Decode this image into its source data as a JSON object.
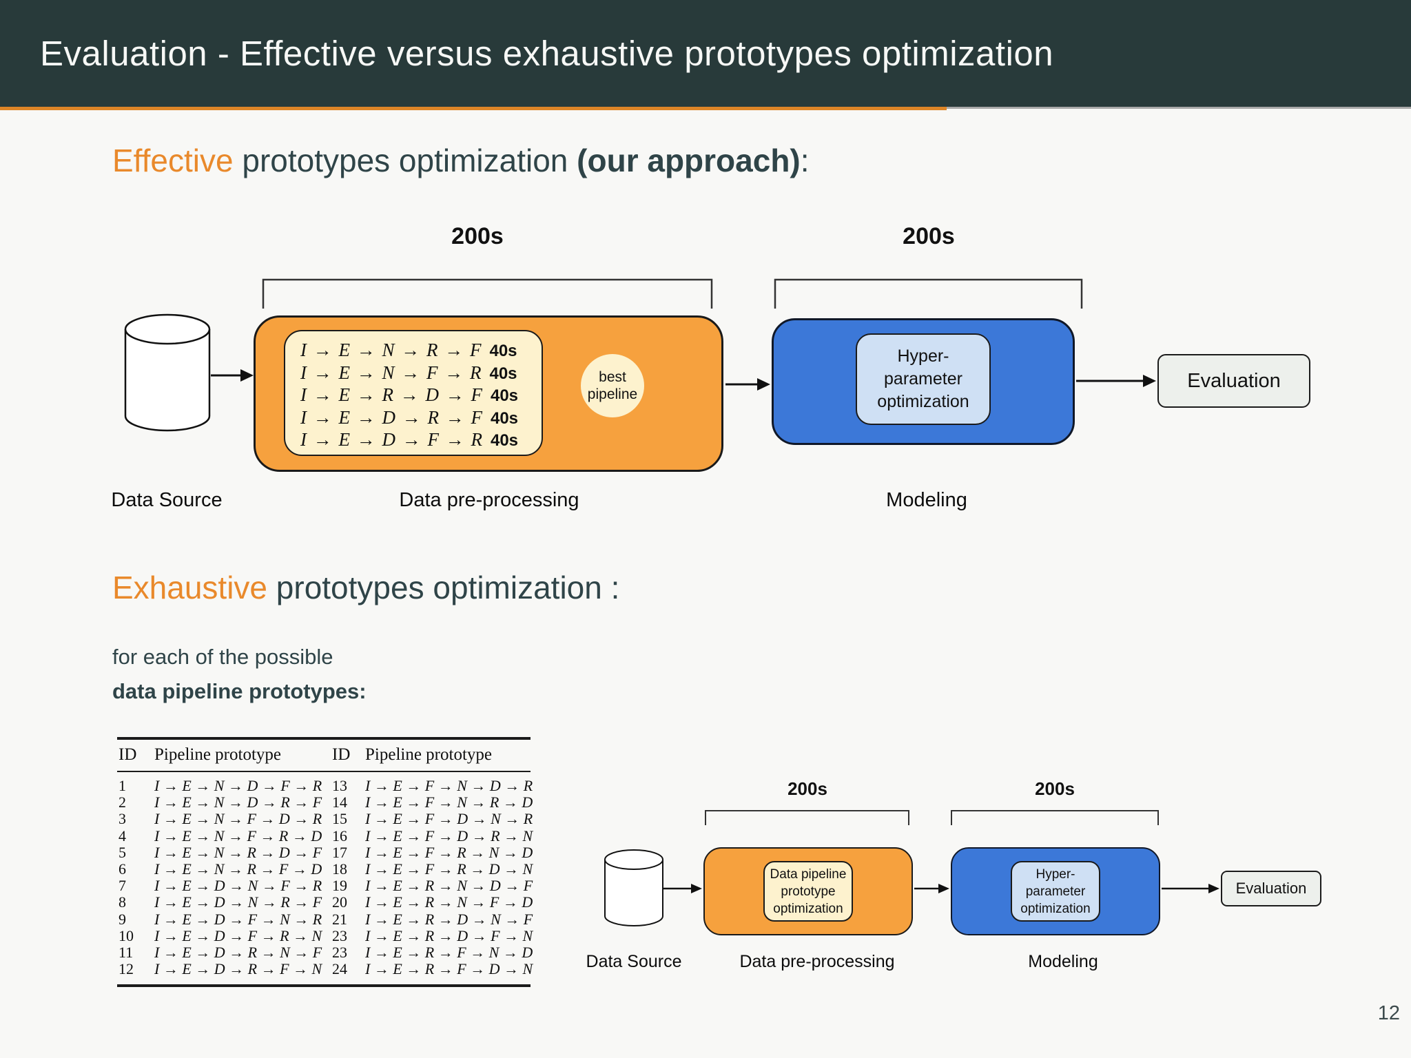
{
  "header": {
    "title": "Evaluation - Effective versus exhaustive prototypes optimization"
  },
  "footer": {
    "page_number": "12"
  },
  "colors": {
    "header_bar": "#283a3a",
    "accent_orange": "#e9892b",
    "progress_orange": "#dd8527",
    "box_orange": "#f6a13e",
    "box_cream": "#fdf2ce",
    "box_blue": "#3c78d8",
    "box_blue_light": "#cfe0f4",
    "box_grey": "#edf0ec"
  },
  "effective": {
    "highlight": "Effective",
    "rest": " prototypes optimization ",
    "bold": "(our approach)",
    "suffix": ":"
  },
  "exhaustive": {
    "highlight": "Exhaustive",
    "rest": " prototypes optimization :",
    "line1": "for each of the possible",
    "line2": "data pipeline prototypes:"
  },
  "diagram_main": {
    "time_left": "200s",
    "time_right": "200s",
    "source_label": "Data Source",
    "stage1_label": "Data pre-processing",
    "stage2_label": "Modeling",
    "pipelines": [
      {
        "seq": "I → E → N → R → F",
        "time": "40s"
      },
      {
        "seq": "I → E → N → F → R",
        "time": "40s"
      },
      {
        "seq": "I → E → R → D → F",
        "time": "40s"
      },
      {
        "seq": "I → E → D → R → F",
        "time": "40s"
      },
      {
        "seq": "I → E → D → F → R",
        "time": "40s"
      }
    ],
    "best": "best\npipeline",
    "hyper": "Hyper-\nparameter\noptimization",
    "evaluation": "Evaluation"
  },
  "table": {
    "headers": [
      "ID",
      "Pipeline prototype",
      "ID",
      "Pipeline prototype"
    ],
    "rows": [
      {
        "id1": "1",
        "p1": "I → E → N → D → F → R",
        "id2": "13",
        "p2": "I → E → F → N → D → R"
      },
      {
        "id1": "2",
        "p1": "I → E → N → D → R → F",
        "id2": "14",
        "p2": "I → E → F → N → R → D"
      },
      {
        "id1": "3",
        "p1": "I → E → N → F → D → R",
        "id2": "15",
        "p2": "I → E → F → D → N → R"
      },
      {
        "id1": "4",
        "p1": "I → E → N → F → R → D",
        "id2": "16",
        "p2": "I → E → F → D → R → N"
      },
      {
        "id1": "5",
        "p1": "I → E → N → R → D → F",
        "id2": "17",
        "p2": "I → E → F → R → N → D"
      },
      {
        "id1": "6",
        "p1": "I → E → N → R → F → D",
        "id2": "18",
        "p2": "I → E → F → R → D → N"
      },
      {
        "id1": "7",
        "p1": "I → E → D → N → F → R",
        "id2": "19",
        "p2": "I → E → R → N → D → F"
      },
      {
        "id1": "8",
        "p1": "I → E → D → N → R → F",
        "id2": "20",
        "p2": "I → E → R → N → F → D"
      },
      {
        "id1": "9",
        "p1": "I → E → D → F → N → R",
        "id2": "21",
        "p2": "I → E → R → D → N → F"
      },
      {
        "id1": "10",
        "p1": "I → E → D → F → R → N",
        "id2": "23",
        "p2": "I → E → R → D → F → N"
      },
      {
        "id1": "11",
        "p1": "I → E → D → R → N → F",
        "id2": "23",
        "p2": "I → E → R → F → N → D"
      },
      {
        "id1": "12",
        "p1": "I → E → D → R → F → N",
        "id2": "24",
        "p2": "I → E → R → F → D → N"
      }
    ]
  },
  "diagram_small": {
    "time_left": "200s",
    "time_right": "200s",
    "source_label": "Data Source",
    "stage1_label": "Data pre-processing",
    "stage2_label": "Modeling",
    "pipeline_box": "Data pipeline\nprototype\noptimization",
    "hyper": "Hyper-\nparameter\noptimization",
    "evaluation": "Evaluation"
  }
}
